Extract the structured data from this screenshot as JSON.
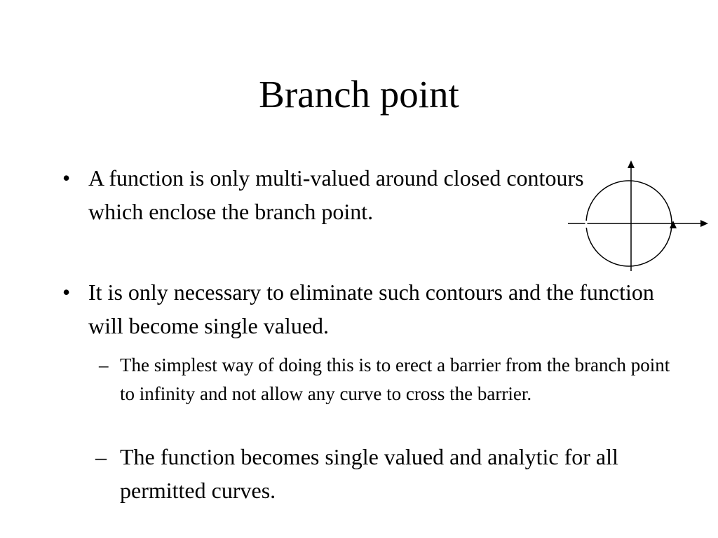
{
  "slide": {
    "title": "Branch point",
    "bullets": [
      {
        "marker": "•",
        "text": "A function is only multi-valued around closed contours which enclose the branch point."
      },
      {
        "marker": "•",
        "text": "It is only necessary to eliminate such contours and the function will become single valued."
      }
    ],
    "sub_bullets": [
      {
        "marker": "–",
        "text": "The simplest way of doing this is to erect a barrier from the branch point to infinity and not allow any curve to cross the barrier."
      },
      {
        "marker": "–",
        "text": "The function becomes single valued and analytic for all permitted curves."
      }
    ]
  },
  "diagram": {
    "description_icon": "circle-contour-around-origin-with-axes",
    "stroke_color": "#000000"
  }
}
